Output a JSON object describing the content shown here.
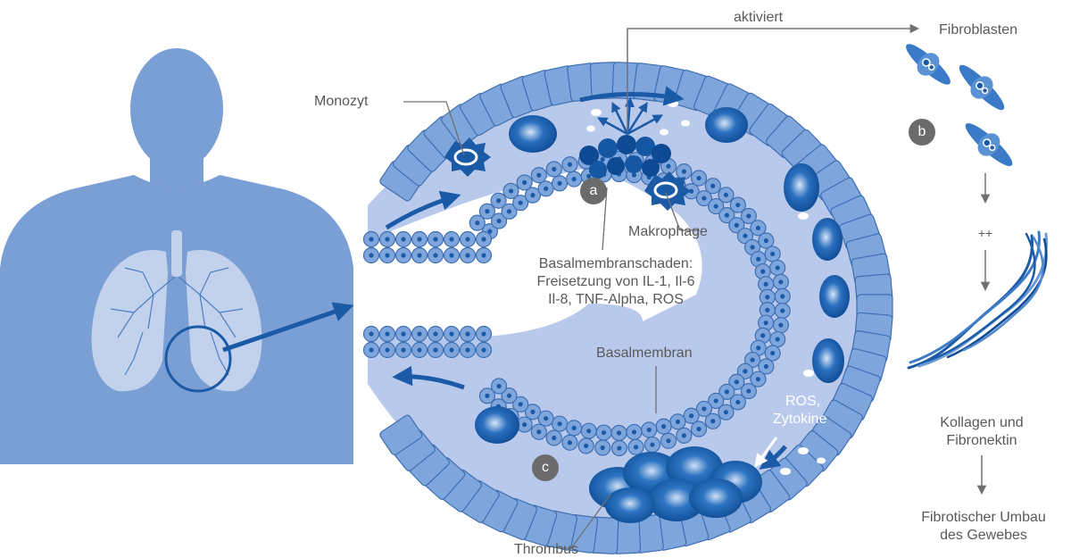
{
  "labels": {
    "activated": "aktiviert",
    "fibroblasts": "Fibroblasten",
    "monocyte": "Monozyt",
    "macrophage": "Makrophage",
    "damage": {
      "line1": "Basalmembranschaden:",
      "line2": "Freisetzung von IL-1, Il-6",
      "line3": "Il-8, TNF-Alpha, ROS"
    },
    "basement_membrane": "Basalmembran",
    "ros_cytokines": {
      "line1": "ROS,",
      "line2": "Zytokine"
    },
    "thrombus": "Thrombus",
    "plus_plus": "++",
    "collagen": {
      "line1": "Kollagen und",
      "line2": "Fibronektin"
    },
    "remodeling": {
      "line1": "Fibrotischer Umbau",
      "line2": "des Gewebes"
    }
  },
  "badges": {
    "a": "a",
    "b": "b",
    "c": "c"
  },
  "colors": {
    "body": "#7a9fd4",
    "lung": "#c2d1ec",
    "cell_fill": "#7ea6dc",
    "cell_stroke": "#3f6fb2",
    "lumen": "#b8c9ec",
    "dark_blue": "#1a5aa6",
    "arrow_gray": "#707070",
    "badge": "#6b6b6b"
  }
}
